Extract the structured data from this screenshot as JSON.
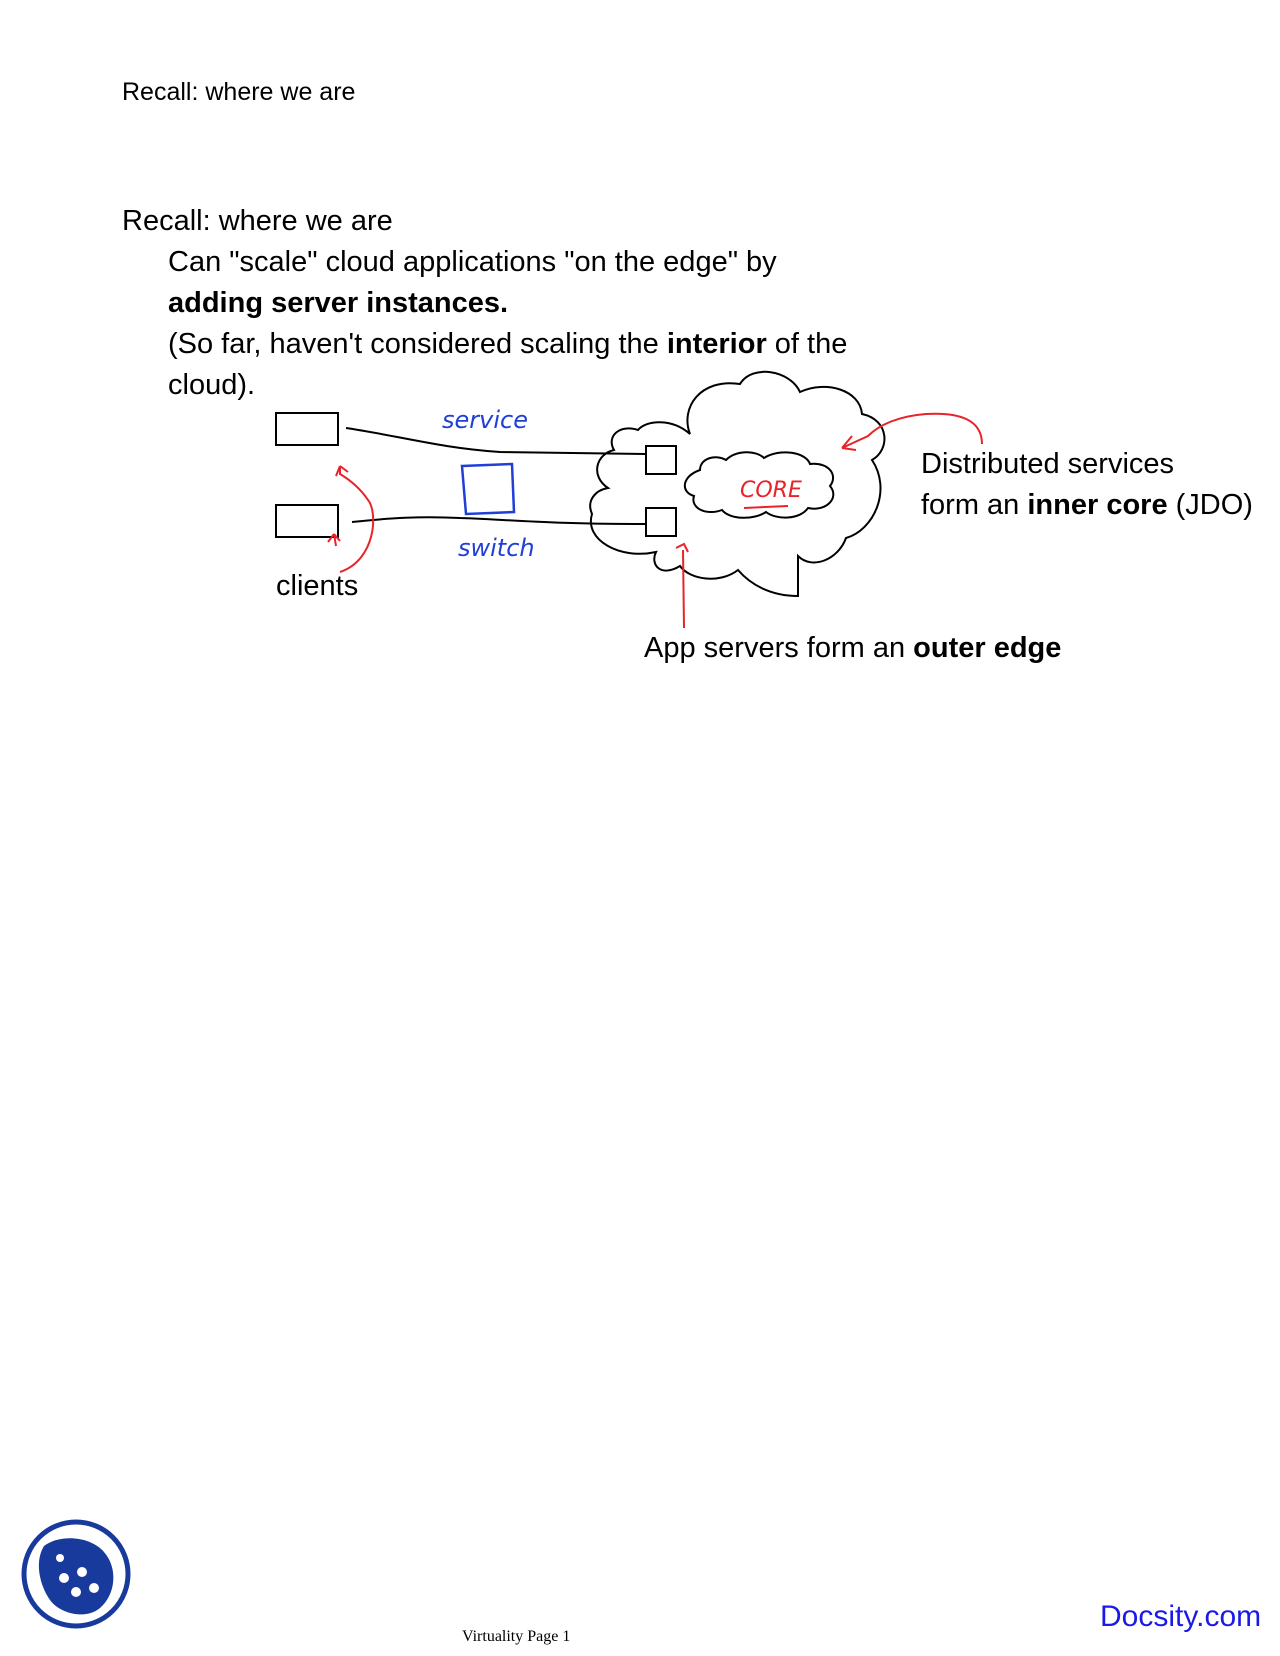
{
  "page_header": "Recall: where we are",
  "body": {
    "line1": "Recall: where we are",
    "line2": "Can \"scale\" cloud applications \"on the edge\" by",
    "line3": "adding server instances.",
    "line4_before": "(So far, haven't considered scaling the ",
    "line4_bold": "interior",
    "line4_after": " of the",
    "line5": "cloud)."
  },
  "diagram": {
    "service_label": "service",
    "switch_label": "switch",
    "core_label": "CORE",
    "clients_label": "clients",
    "dist_line1": "Distributed services",
    "dist_line2_before": "form an ",
    "dist_line2_bold": "inner core",
    "dist_line2_after": " (JDO)",
    "app_before": "App servers form an ",
    "app_bold": "outer edge"
  },
  "footer": {
    "page_label": "Virtuality Page 1",
    "brand": "Docsity.com"
  },
  "colors": {
    "ink": "#000000",
    "red_pen": "#e8232a",
    "blue_pen": "#1f3fd6",
    "brand": "#1a1ae6",
    "logo_blue": "#173a9c"
  }
}
